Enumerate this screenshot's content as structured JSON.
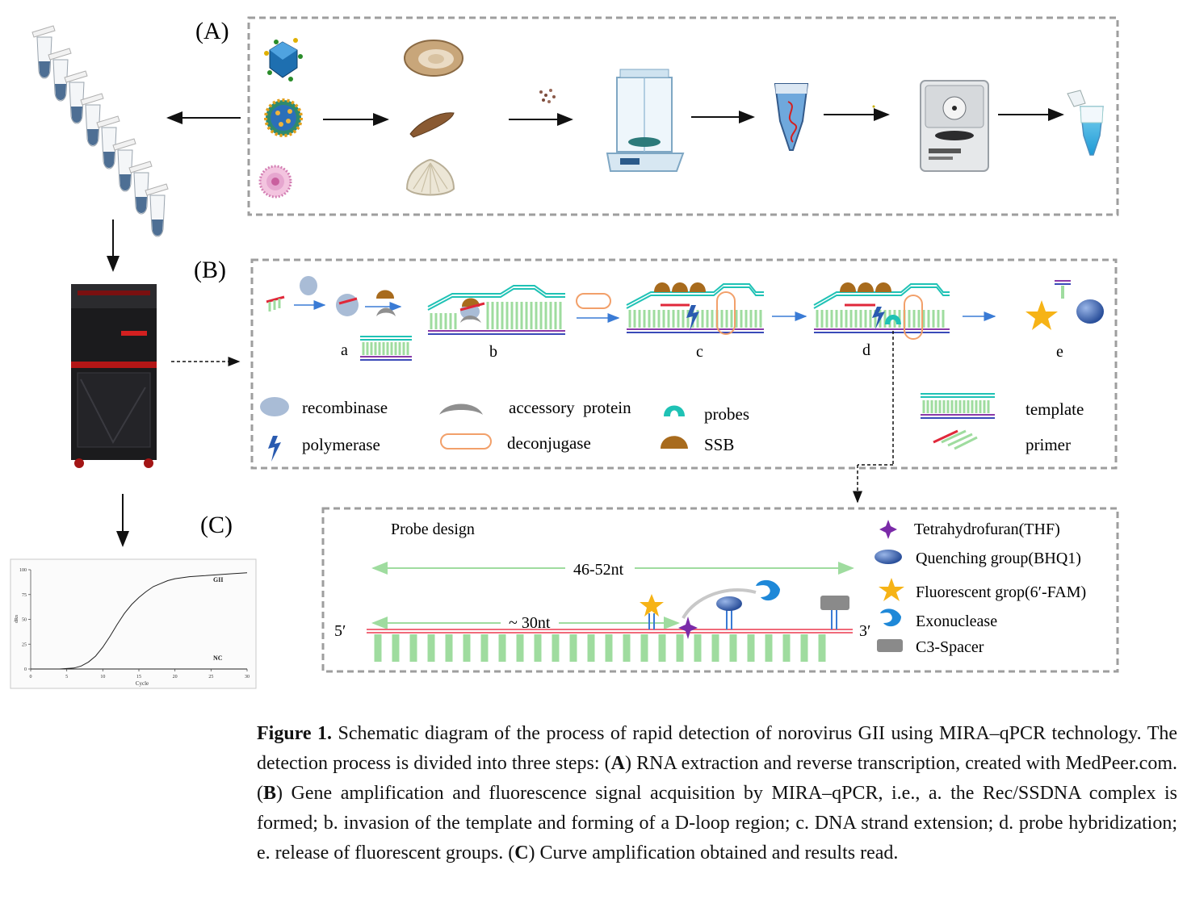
{
  "panels": {
    "a": "(A)",
    "b": "(B)",
    "c": "(C)"
  },
  "panel_b": {
    "steps": [
      "a",
      "b",
      "c",
      "d",
      "e"
    ],
    "legend": {
      "recombinase": "recombinase",
      "polymerase": "polymerase",
      "accessory": "accessory  protein",
      "deconjugase": "deconjugase",
      "probes": "probes",
      "ssb": "SSB",
      "template": "template",
      "primer": "primer"
    }
  },
  "probe_design": {
    "title": "Probe design",
    "length_total": "46-52nt",
    "length_partial": "~ 30nt",
    "end5": "5′",
    "end3": "3′",
    "legend": {
      "thf": "Tetrahydrofuran(THF)",
      "quencher": "Quenching group(BHQ1)",
      "fluor": "Fluorescent grop(6′-FAM)",
      "exo": "Exonuclease",
      "spacer": "C3-Spacer"
    }
  },
  "chart_data": {
    "type": "line",
    "xlabel": "Cycle",
    "ylabel": "dRn",
    "xticks": [
      "0",
      "5",
      "10",
      "15",
      "20",
      "25",
      "30"
    ],
    "yticks": [
      "0",
      "25",
      "50",
      "75",
      "100"
    ],
    "xlim": [
      0,
      30
    ],
    "ylim": [
      0,
      100
    ],
    "series": [
      {
        "name": "GII",
        "x": [
          0,
          2,
          4,
          6,
          7,
          8,
          9,
          10,
          11,
          12,
          13,
          14,
          15,
          16,
          17,
          18,
          19,
          20,
          22,
          24,
          26,
          28,
          30
        ],
        "y": [
          0,
          0,
          0,
          1,
          3,
          7,
          13,
          22,
          33,
          45,
          56,
          65,
          72,
          78,
          83,
          86,
          89,
          91,
          93,
          94,
          95,
          96,
          97
        ]
      },
      {
        "name": "NC",
        "x": [
          0,
          30
        ],
        "y": [
          0,
          0
        ]
      }
    ]
  },
  "caption": {
    "label": "Figure 1.",
    "seg1": " Schematic diagram of the process of rapid detection of norovirus GII using MIRA–qPCR technology.  The detection process is divided into three steps: (",
    "bA": "A",
    "seg2": ") RNA extraction and reverse transcription, created with MedPeer.com. (",
    "bB": "B",
    "seg3": ") Gene amplification and fluorescence signal acquisition by MIRA–qPCR, i.e., a. the Rec/SSDNA complex is formed; b. invasion of the template and forming of a D-loop region; c. DNA strand extension; d. probe hybridization; e. release of fluorescent groups. (",
    "bC": "C",
    "seg4": ") Curve amplification obtained and results read."
  }
}
